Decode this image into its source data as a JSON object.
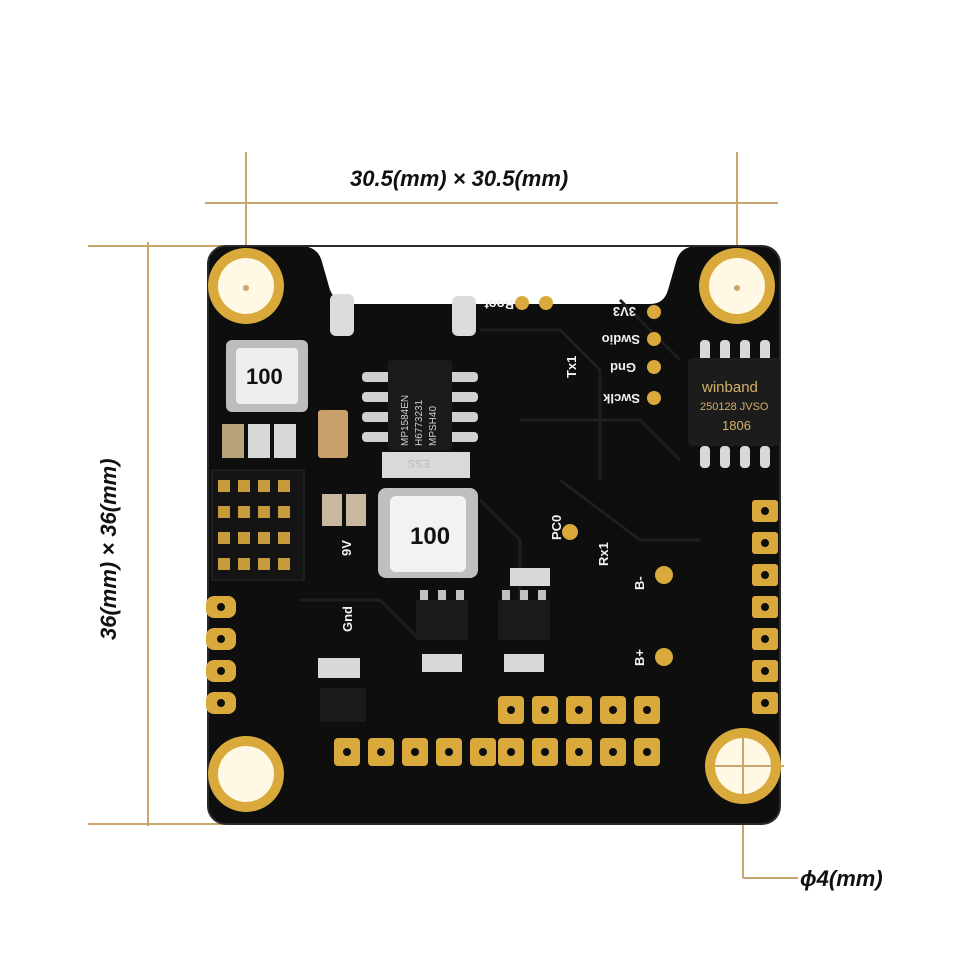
{
  "dimensions": {
    "top": "30.5(mm) × 30.5(mm)",
    "left": "36(mm) × 36(mm)",
    "hole": "ϕ4(mm)"
  },
  "board": {
    "silkscreen": {
      "boot": "Boot",
      "v33": "3V3",
      "swdio": "Swdio",
      "gnd": "Gnd",
      "swclk": "Swclk",
      "tx1": "Tx1",
      "rx1": "Rx1",
      "pc0": "PC0",
      "v9": "9V",
      "gnd2": "Gnd",
      "bminus": "B-",
      "bplus": "B+"
    },
    "chip_winband": {
      "line1": "winband",
      "line2": "250128 JVSO",
      "line3": "1806"
    },
    "chip_mp": {
      "line1": "MP1584EN",
      "line2": "H6773231",
      "line3": "MPSH40"
    },
    "inductor_top": "100",
    "inductor_center": "100",
    "small_ic": "ESS"
  },
  "colors": {
    "board": "#0e0e0e",
    "gold": "#d9a93c",
    "leader": "#c9a66b",
    "chip": "#1a1a1a"
  }
}
